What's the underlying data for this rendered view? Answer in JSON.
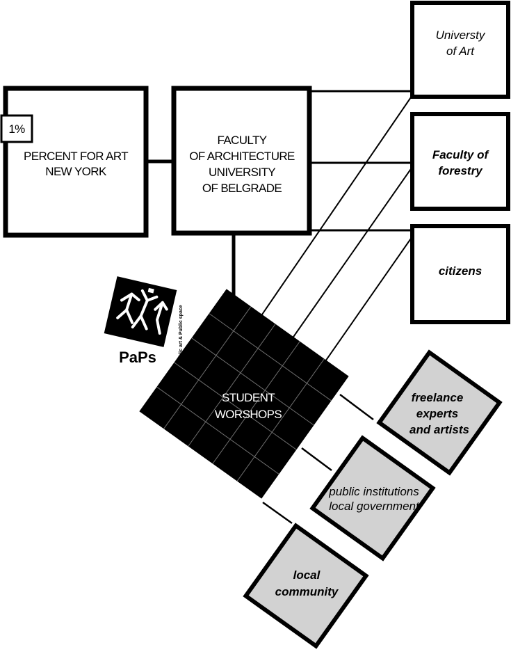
{
  "nodes": {
    "percent": {
      "badge": "1%",
      "lines": [
        "PERCENT FOR ART",
        "NEW YORK"
      ]
    },
    "faculty_arch": {
      "lines": [
        "FACULTY",
        "OF ARCHITECTURE",
        "UNIVERSITY",
        "OF BELGRADE"
      ]
    },
    "univ_art": {
      "lines": [
        "Universty",
        "of Art"
      ]
    },
    "forestry": {
      "lines": [
        "Faculty of",
        "forestry"
      ]
    },
    "citizens": {
      "lines": [
        "citizens"
      ]
    },
    "student": {
      "lines": [
        "STUDENT",
        "WORSHOPS"
      ]
    },
    "freelance": {
      "lines": [
        "freelance",
        "experts",
        "and artists"
      ]
    },
    "public_inst": {
      "lines": [
        "public institutions",
        "local government"
      ]
    },
    "local_comm": {
      "lines": [
        "local",
        "community"
      ]
    }
  },
  "logo": {
    "name": "PaPs",
    "tagline": "Public art & Public space"
  },
  "colors": {
    "stroke": "#000000",
    "gray_fill": "#d2d2d2",
    "grid_lines": "#6e6e6e"
  }
}
